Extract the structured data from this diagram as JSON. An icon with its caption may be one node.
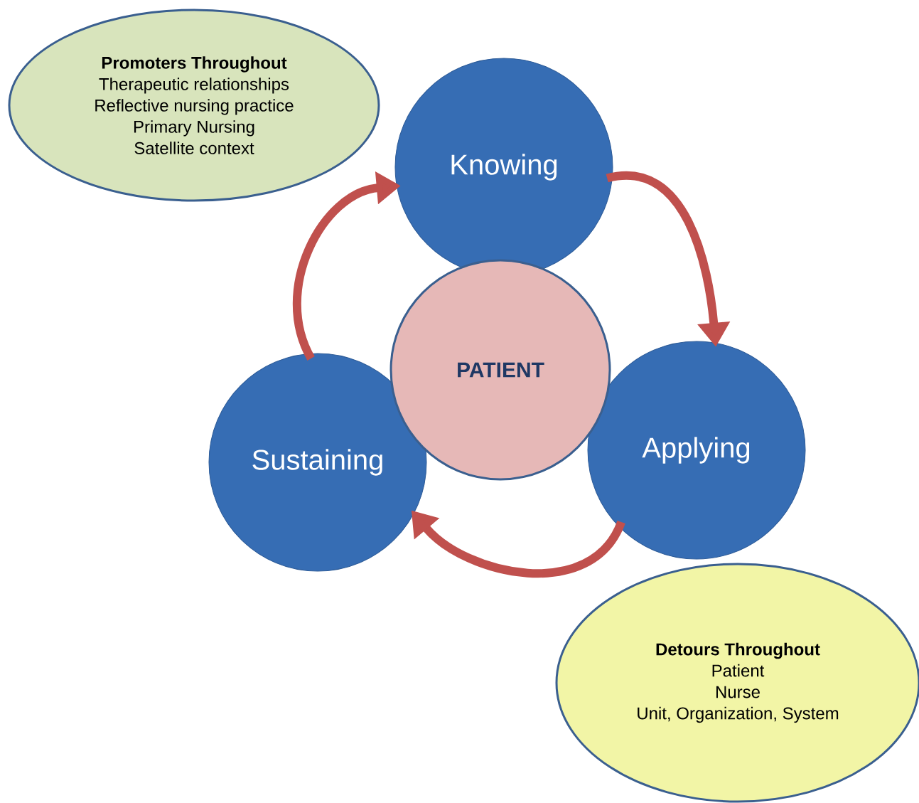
{
  "diagram": {
    "nodes": [
      {
        "text": [
          "Promoters Throughout",
          "Therapeutic relationships",
          "Reflective nursing practice",
          "Primary Nursing",
          "Satellite context"
        ]
      },
      {
        "text": [
          "Knowing"
        ]
      },
      {
        "text": [
          "PATIENT"
        ]
      },
      {
        "text": [
          "Applying"
        ]
      },
      {
        "text": [
          "Sustaining"
        ]
      },
      {
        "text": [
          "Detours Throughout",
          "Patient",
          "Nurse",
          "Unit, Organization, System"
        ]
      }
    ],
    "edges": [
      {
        "from": 1,
        "to": 3,
        "arrow": "to"
      },
      {
        "from": 3,
        "to": 4,
        "arrow": "to"
      },
      {
        "from": 4,
        "to": 1,
        "arrow": "to"
      }
    ]
  }
}
